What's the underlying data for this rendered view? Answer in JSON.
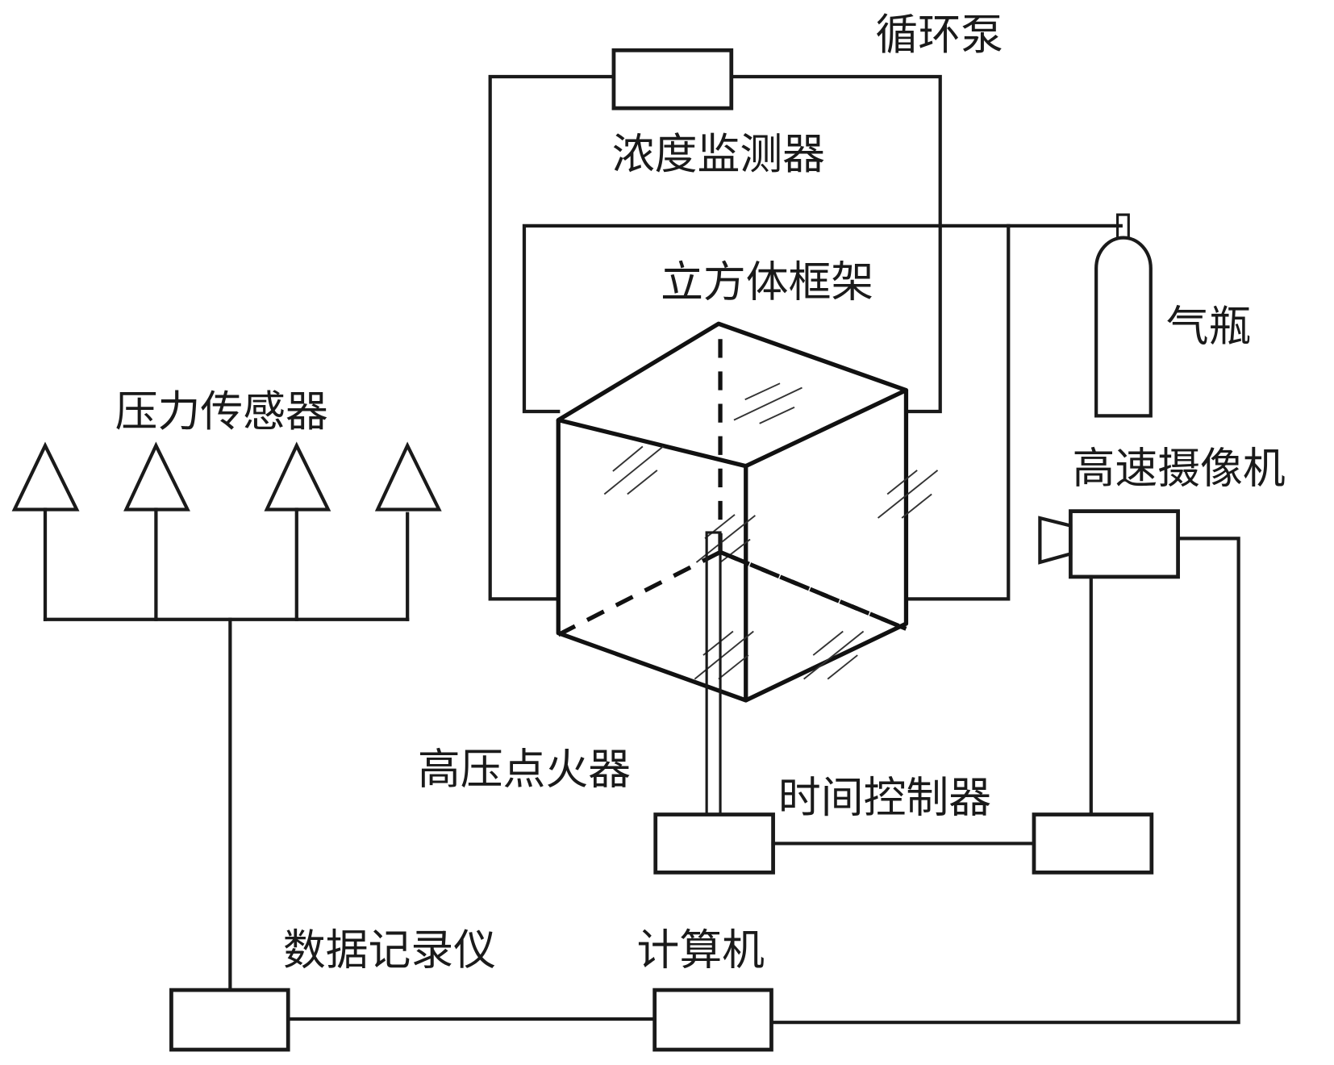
{
  "diagram": {
    "type": "experimental-apparatus-schematic",
    "labels": {
      "circulation_pump": "循环泵",
      "concentration_monitor": "浓度监测器",
      "cube_frame": "立方体框架",
      "gas_cylinder": "气瓶",
      "pressure_sensors": "压力传感器",
      "high_speed_camera": "高速摄像机",
      "hv_igniter": "高压点火器",
      "time_controller": "时间控制器",
      "data_recorder": "数据记录仪",
      "computer": "计算机"
    },
    "pressure_sensor_count": 4,
    "connections": [
      [
        "circulation_pump",
        "cube_frame"
      ],
      [
        "concentration_monitor",
        "cube_frame"
      ],
      [
        "gas_cylinder",
        "cube_frame"
      ],
      [
        "pressure_sensors",
        "data_recorder"
      ],
      [
        "data_recorder",
        "computer"
      ],
      [
        "computer",
        "high_speed_camera"
      ],
      [
        "hv_igniter",
        "time_controller"
      ],
      [
        "time_controller",
        "high_speed_camera"
      ]
    ]
  }
}
